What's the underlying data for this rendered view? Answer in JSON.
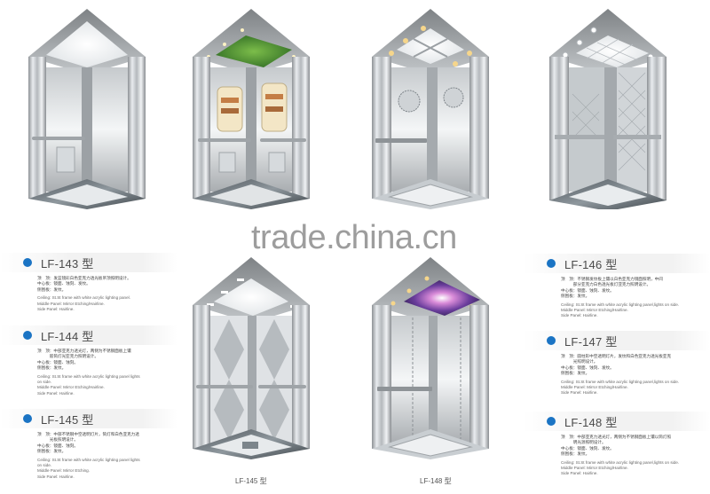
{
  "watermark": "trade.china.cn",
  "accent_color": "#1b74c4",
  "models": [
    {
      "id": "LF-143",
      "title": "LF-143 型",
      "cn_lines": [
        "顶　顶：发蓝镜彩白色亚克力透光板吊顶照明设计。",
        "中心板：镜面、蚀刻、发纹。",
        "侧围板：发纹。"
      ],
      "en_lines": [
        "Ceiling: St.St frame with white acrylic lighting panel.",
        "Middle Panel: Mirror Etching/Hairline.",
        "Side Panel: Hairline."
      ],
      "ceiling": "white-acrylic-arched"
    },
    {
      "id": "LF-144",
      "title": "LF-144 型",
      "cn_lines": [
        "顶　顶：中部亚克力透光灯，两侧为不锈钢面板上镶",
        "　　　嵌筒灯光亚克力照明设计。",
        "中心板：镜面、蚀刻。",
        "侧围板：发纹。"
      ],
      "en_lines": [
        "Ceiling: St.St frame with white acrylic lighting panel lights",
        "on side.",
        "Middle Panel: Mirror Etching/Hairline.",
        "Side Panel: Hairline."
      ],
      "ceiling": "green-foliage"
    },
    {
      "id": "LF-145",
      "title": "LF-145 型",
      "cn_lines": [
        "顶　顶：中部不锈钢中空透明灯片，筒灯和白色亚克力透",
        "　　　光板照明设计。",
        "中心板：镜面、蚀刻。",
        "侧围板：发纹。"
      ],
      "en_lines": [
        "Ceiling: St.St frame with white acrylic lighting panel lights",
        "on side.",
        "Middle Panel: Mirror Etching.",
        "Side Panel: Hairline."
      ],
      "ceiling": "white-acrylic-diamond"
    },
    {
      "id": "LF-146",
      "title": "LF-146 型",
      "cn_lines": [
        "顶　顶：不锈钢发纹板上镶以白色亚克力镜面照明，中间",
        "　　　部分亚克力白色透光板灯亚克力照明设计。",
        "中心板：镜面、蚀刻、发纹。",
        "侧围板：发纹。"
      ],
      "en_lines": [
        "Ceiling: St.St frame with white acrylic lighting panel,lights on side.",
        "Middle Panel: Mirror Etching/Hairline.",
        "Side Panel: Hairline."
      ],
      "ceiling": "grid-panel"
    },
    {
      "id": "LF-147",
      "title": "LF-147 型",
      "cn_lines": [
        "顶　顶：圆柱形中空透明灯片，发纹和白色亚克力透光板亚克",
        "　　　光照明设计。",
        "中心板：镜面、蚀刻、发纹。",
        "侧围板：发纹。"
      ],
      "en_lines": [
        "Ceiling: St.St frame with white acrylic lighting panel,lights on side.",
        "Middle Panel: Mirror Etching/Hairline.",
        "Side Panel: Hairline."
      ],
      "ceiling": "cross-panel"
    },
    {
      "id": "LF-148",
      "title": "LF-148 型",
      "cn_lines": [
        "顶　顶：中部亚克力透光灯，两侧为不锈钢面板上镶以筒灯照",
        "　　　明光源照明设计。",
        "中心板：镜面、蚀刻、发纹。",
        "侧围板：发纹。"
      ],
      "en_lines": [
        "Ceiling: St.St frame with white acrylic lighting panel,lights on side.",
        "Middle Panel: Mirror Etching/Hairline.",
        "Side Panel: Hairline."
      ],
      "ceiling": "purple-starburst"
    }
  ],
  "captions": {
    "lf145": "LF-145 型",
    "lf148": "LF-148 型"
  }
}
